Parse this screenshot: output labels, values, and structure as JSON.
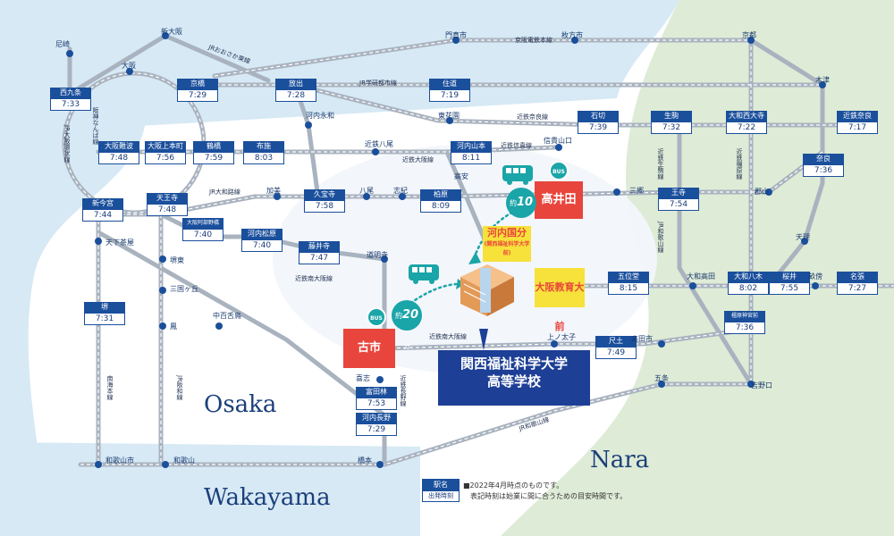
{
  "colors": {
    "sea": "#d6e9f5",
    "nara": "#deebd6",
    "land": "#ffffff",
    "rail": "#a9b3bf",
    "station": "#1a4f9c",
    "accent_red": "#e8453c",
    "accent_yellow": "#f7e13b",
    "bus_teal": "#1aa5a8",
    "school_navy": "#1d3f95"
  },
  "regions": {
    "osaka": "Osaka",
    "wakayama": "Wakayama",
    "nara": "Nara"
  },
  "stations": [
    {
      "id": "nishikujo",
      "name": "西九条",
      "time": "7:33"
    },
    {
      "id": "kyobashi",
      "name": "京橋",
      "time": "7:29"
    },
    {
      "id": "hanaten",
      "name": "放出",
      "time": "7:28"
    },
    {
      "id": "sumimichi",
      "name": "住道",
      "time": "7:19"
    },
    {
      "id": "ishikiri",
      "name": "石切",
      "time": "7:39"
    },
    {
      "id": "ikoma",
      "name": "生駒",
      "time": "7:32"
    },
    {
      "id": "yamatosaidaiji",
      "name": "大和西大寺",
      "time": "7:22"
    },
    {
      "id": "kintetsunara",
      "name": "近鉄奈良",
      "time": "7:17"
    },
    {
      "id": "osakanamba",
      "name": "大阪難波",
      "time": "7:48"
    },
    {
      "id": "osakauehommachi",
      "name": "大阪上本町",
      "time": "7:56"
    },
    {
      "id": "tsuruhashi",
      "name": "鶴橋",
      "time": "7:59"
    },
    {
      "id": "fuse",
      "name": "布施",
      "time": "8:03"
    },
    {
      "id": "kawachiyamamoto",
      "name": "河内山本",
      "time": "8:11"
    },
    {
      "id": "nara",
      "name": "奈良",
      "time": "7:36"
    },
    {
      "id": "shinimamiya",
      "name": "新今宮",
      "time": "7:44"
    },
    {
      "id": "tennoji",
      "name": "天王寺",
      "time": "7:48"
    },
    {
      "id": "kyuhoji",
      "name": "久宝寺",
      "time": "7:58"
    },
    {
      "id": "kashiwara",
      "name": "柏原",
      "time": "8:09"
    },
    {
      "id": "oji",
      "name": "王寺",
      "time": "7:54"
    },
    {
      "id": "abenobashi",
      "name": "大阪阿部野橋",
      "time": "7:40"
    },
    {
      "id": "kawachimatsubara",
      "name": "河内松原",
      "time": "7:40"
    },
    {
      "id": "fujiidera",
      "name": "藤井寺",
      "time": "7:47"
    },
    {
      "id": "goidou",
      "name": "五位堂",
      "time": "8:15"
    },
    {
      "id": "yamatoyagi",
      "name": "大和八木",
      "time": "8:02"
    },
    {
      "id": "sakurai",
      "name": "桜井",
      "time": "7:55"
    },
    {
      "id": "nabari",
      "name": "名張",
      "time": "7:27"
    },
    {
      "id": "kashiharajingumae",
      "name": "橿原神宮前",
      "time": "7:36"
    },
    {
      "id": "sakai",
      "name": "堺",
      "time": "7:31"
    },
    {
      "id": "shakudo",
      "name": "尺土",
      "time": "7:49"
    },
    {
      "id": "tondabayashi",
      "name": "富田林",
      "time": "7:53"
    },
    {
      "id": "kawachinagano",
      "name": "河内長野",
      "time": "7:29"
    }
  ],
  "labels": {
    "amagasaki": "尼崎",
    "shinosaka": "新大阪",
    "osaka": "大阪",
    "kadoma": "門真市",
    "hirakata": "枚方市",
    "kyoto": "京都",
    "kizu": "木津",
    "kawachieiwa": "河内永和",
    "toukaen": "東花園",
    "kintetsuyao": "近鉄八尾",
    "shigisanguchi": "信貴山口",
    "takayasu": "高安",
    "kami": "加美",
    "yao": "八尾",
    "shiki": "志紀",
    "sango": "三郷",
    "koriyama": "郡山",
    "tenri": "天理",
    "yamatotakada": "大和高田",
    "unebi": "畝傍",
    "tengachaya": "天下茶屋",
    "sakaihigashi": "堺東",
    "mikunigaoka": "三国ヶ丘",
    "nakamozu": "中百舌鳥",
    "otori": "鳳",
    "domyoji": "道明寺",
    "kamitaishi": "上ノ太子",
    "takadashi": "高田市",
    "gojo": "五条",
    "yoshinoguchi": "吉野口",
    "kishi": "喜志",
    "hashimoto": "橋本",
    "wakayamashi": "和歌山市",
    "wakayama": "和歌山"
  },
  "lines": {
    "jr_osaka_higashi": "JRおおさか東線",
    "keihan": "京阪電鉄本線",
    "jr_gakkentoshi": "JR学研都市線",
    "kintetsu_nara": "近鉄奈良線",
    "kintetsu_osaka": "近鉄大阪線",
    "kintetsu_shigi": "近鉄信貴線",
    "jr_yamatoji": "JR大和路線",
    "kintetsu_minamiosaka": "近鉄南大阪線",
    "jr_osaka_loop": "JR大阪環状線",
    "hanshin_namba": "阪神なんば線",
    "kintetsu_ikoma": "近鉄生駒線",
    "kintetsu_kashihara": "近鉄橿原線",
    "jr_wakayama": "JR和歌山線",
    "jr_hanwa": "JR阪和線",
    "nankai": "南海本線",
    "kintetsu_nagano": "近鉄長野線"
  },
  "highlight": {
    "takaida": "高井田",
    "furuichi": "古市",
    "kawachikokubu": "河内国分",
    "kawachikokubu_sub": "(関西福祉科学大学前)",
    "osakakyoikudaimae": "大阪教育大前",
    "bus": "BUS",
    "bus_time_1": "10",
    "bus_time_2": "20",
    "approx": "約",
    "minutes": "分",
    "school_line1": "関西福祉科学大学",
    "school_line2": "高等学校"
  },
  "legend": {
    "name": "駅名",
    "time": "出発時刻"
  },
  "notes": {
    "line1": "■2022年4月時点のものです。",
    "line2": "表記時刻は始業に間に合うための目安時間です。"
  }
}
